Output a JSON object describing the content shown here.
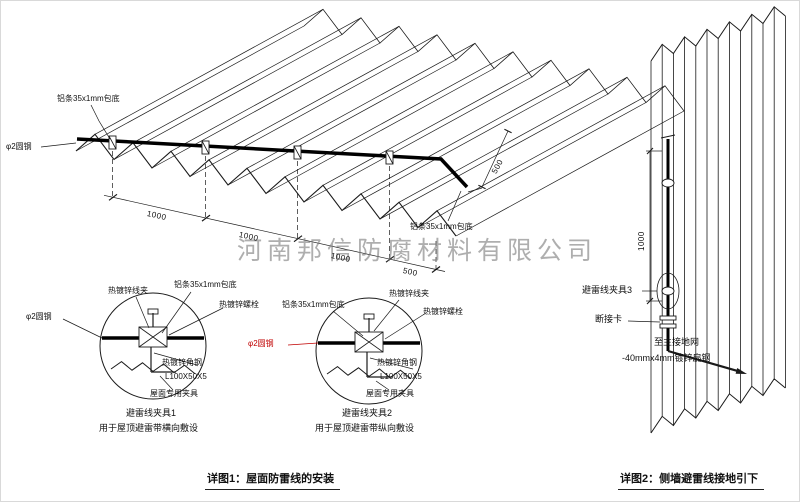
{
  "watermark": "河南邦信防腐材料有限公司",
  "colors": {
    "line": "#1a1a1a",
    "accent_red": "#c00000",
    "watermark_gray": "#7d7d7d"
  },
  "roof_view": {
    "label_strip_top": "铝条35x1mm包底",
    "label_round_steel": "φ2圆钢",
    "label_strip_right": "铝条35x1mm包底",
    "dims_bottom": [
      "1000",
      "1000",
      "1000",
      "500"
    ],
    "dim_right": "500"
  },
  "detail1": {
    "title": "避雷线夹具1",
    "subtitle": "用于屋顶避雷带横向敷设",
    "labels": {
      "wire_clip": "热镀锌线夹",
      "strip": "铝条35x1mm包底",
      "bolt": "热镀锌螺栓",
      "round_steel": "φ2圆钢",
      "angle_steel": "热镀锌角钢",
      "angle_spec": "L100X50X5",
      "roof_clamp": "屋面专用夹具"
    }
  },
  "detail2": {
    "title": "避雷线夹具2",
    "subtitle": "用于屋顶避雷带纵向敷设",
    "labels": {
      "wire_clip": "热镀锌线夹",
      "strip": "铝条35x1mm包底",
      "bolt": "热镀锌螺栓",
      "round_steel": "φ2圆钢",
      "angle_steel": "热镀锌角钢",
      "angle_spec": "L100X50X5",
      "roof_clamp": "屋面专用夹具"
    }
  },
  "wall_view": {
    "dim_vertical": "1000",
    "labels": {
      "clamp3": "避雷线夹具3",
      "disconnect": "断接卡",
      "to_ground": "至主接地网",
      "flat_steel": "-40mmx4mm镀锌扁钢"
    }
  },
  "captions": {
    "detail1": "详图1：屋面防雷线的安装",
    "detail2": "详图2：侧墙避雷线接地引下"
  }
}
